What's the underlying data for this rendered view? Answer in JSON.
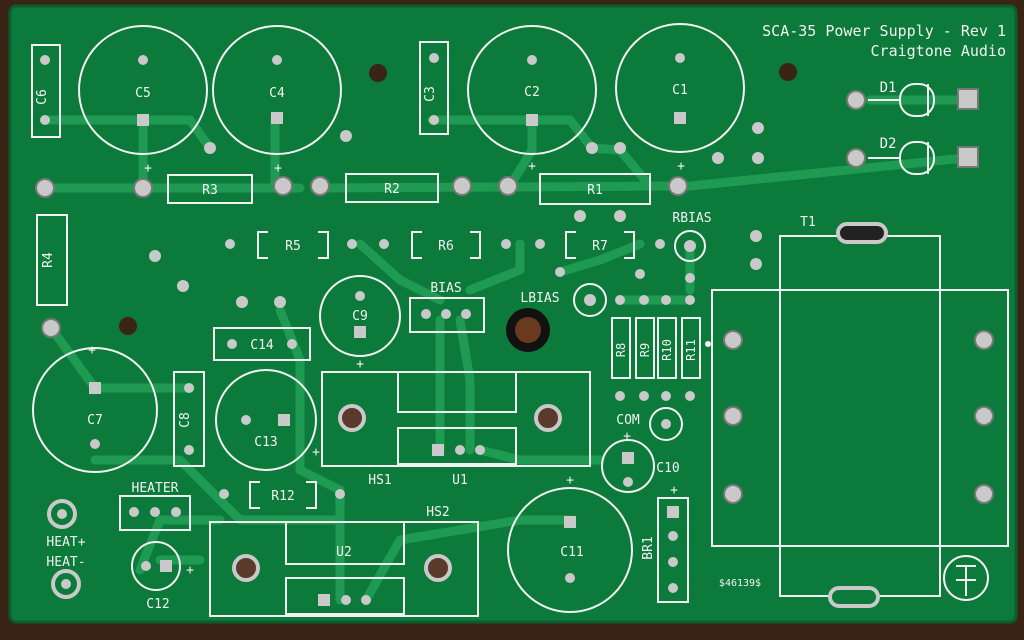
{
  "board": {
    "title_line1": "SCA-35 Power Supply - Rev 1",
    "title_line2": "Craigtone Audio",
    "serial": "$46139$",
    "colors": {
      "background_wood": "#3a2416",
      "pcb_green": "#0c7a3a",
      "trace_green": "#1f9a52",
      "silkscreen": "#f2f2f2",
      "pad_silver": "#c9c9c9"
    }
  },
  "components": {
    "C1": "C1",
    "C2": "C2",
    "C3": "C3",
    "C4": "C4",
    "C5": "C5",
    "C6": "C6",
    "C7": "C7",
    "C8": "C8",
    "C9": "C9",
    "C10": "C10",
    "C11": "C11",
    "C12": "C12",
    "C13": "C13",
    "C14": "C14",
    "R1": "R1",
    "R2": "R2",
    "R3": "R3",
    "R4": "R4",
    "R5": "R5",
    "R6": "R6",
    "R7": "R7",
    "R8": "R8",
    "R9": "R9",
    "R10": "R10",
    "R11": "R11",
    "R12": "R12",
    "D1": "D1",
    "D2": "D2",
    "T1": "T1",
    "U1": "U1",
    "U2": "U2",
    "HS1": "HS1",
    "HS2": "HS2",
    "BR1": "BR1",
    "BIAS": "BIAS",
    "LBIAS": "LBIAS",
    "RBIAS": "RBIAS",
    "COM": "COM",
    "HEATER": "HEATER",
    "HEAT_PLUS": "HEAT+",
    "HEAT_MINUS": "HEAT-"
  },
  "polarity_mark": "+"
}
